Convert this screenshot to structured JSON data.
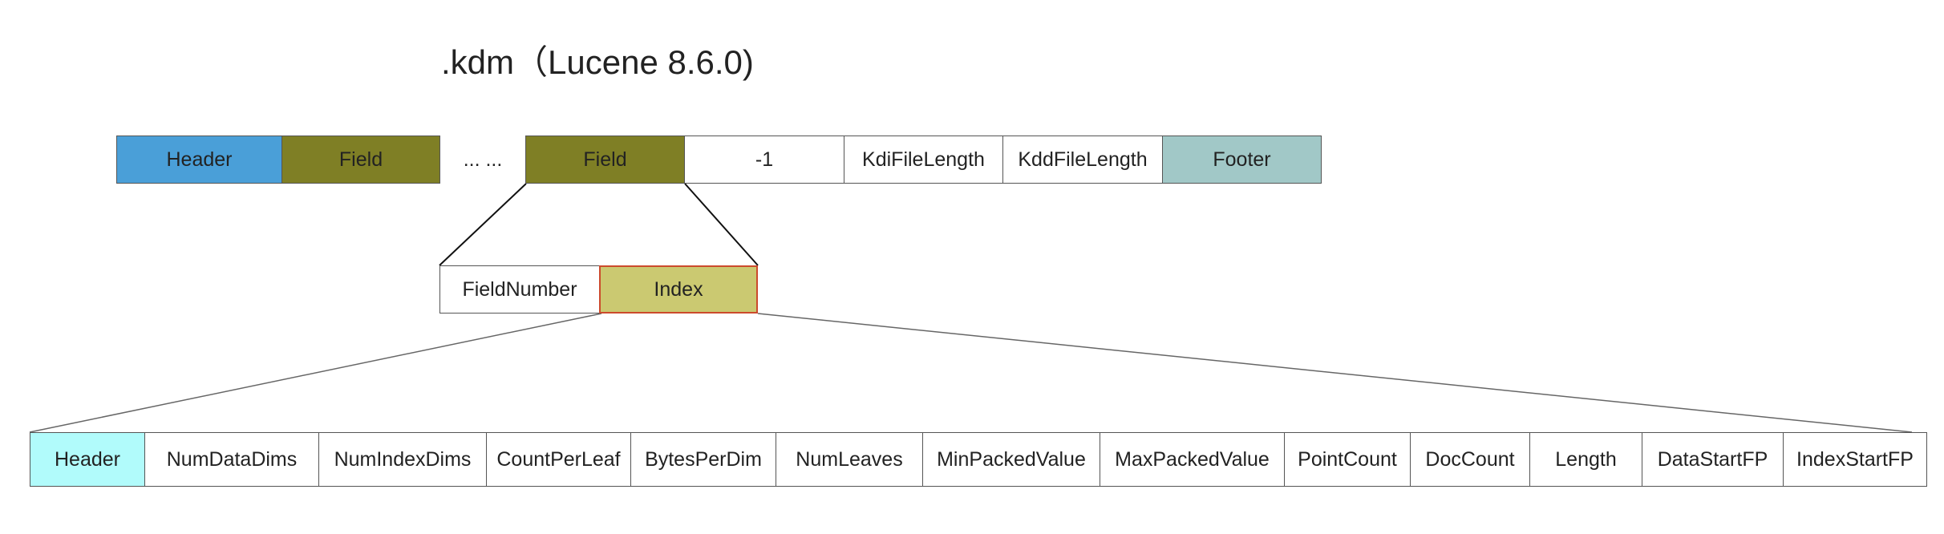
{
  "title": ".kdm（Lucene 8.6.0)",
  "colors": {
    "header_blue": "#4a9fd8",
    "field_olive": "#7f7f25",
    "footer_teal": "#a1c8c7",
    "index_khaki": "#cbc971",
    "index_border": "#cc4a2c",
    "header_cyan": "#b1fbfb",
    "white": "#ffffff"
  },
  "row1": [
    {
      "label": "Header",
      "color": "header_blue",
      "name": "kdm-header-cell"
    },
    {
      "label": "Field",
      "color": "field_olive",
      "name": "kdm-field-cell"
    },
    {
      "label": "... ...",
      "color": "none",
      "name": "kdm-ellipsis"
    },
    {
      "label": "Field",
      "color": "field_olive",
      "name": "kdm-field-cell-last"
    },
    {
      "label": "-1",
      "color": "white",
      "name": "kdm-terminator-cell"
    },
    {
      "label": "KdiFileLength",
      "color": "white",
      "name": "kdi-file-length-cell"
    },
    {
      "label": "KddFileLength",
      "color": "white",
      "name": "kdd-file-length-cell"
    },
    {
      "label": "Footer",
      "color": "footer_teal",
      "name": "kdm-footer-cell"
    }
  ],
  "row2": [
    {
      "label": "FieldNumber",
      "color": "white",
      "name": "field-number-cell"
    },
    {
      "label": "Index",
      "color": "index_khaki",
      "name": "index-cell"
    }
  ],
  "row3": [
    {
      "label": "Header",
      "color": "header_cyan",
      "name": "index-header-cell"
    },
    {
      "label": "NumDataDims",
      "color": "white",
      "name": "num-data-dims-cell"
    },
    {
      "label": "NumIndexDims",
      "color": "white",
      "name": "num-index-dims-cell"
    },
    {
      "label": "CountPerLeaf",
      "color": "white",
      "name": "count-per-leaf-cell"
    },
    {
      "label": "BytesPerDim",
      "color": "white",
      "name": "bytes-per-dim-cell"
    },
    {
      "label": "NumLeaves",
      "color": "white",
      "name": "num-leaves-cell"
    },
    {
      "label": "MinPackedValue",
      "color": "white",
      "name": "min-packed-value-cell"
    },
    {
      "label": "MaxPackedValue",
      "color": "white",
      "name": "max-packed-value-cell"
    },
    {
      "label": "PointCount",
      "color": "white",
      "name": "point-count-cell"
    },
    {
      "label": "DocCount",
      "color": "white",
      "name": "doc-count-cell"
    },
    {
      "label": "Length",
      "color": "white",
      "name": "length-cell"
    },
    {
      "label": "DataStartFP",
      "color": "white",
      "name": "data-start-fp-cell"
    },
    {
      "label": "IndexStartFP",
      "color": "white",
      "name": "index-start-fp-cell"
    }
  ]
}
